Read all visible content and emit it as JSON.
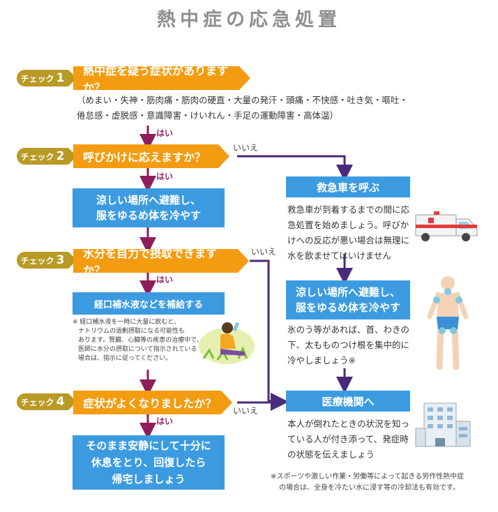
{
  "title": "熱中症の応急処置",
  "checks": [
    {
      "tag": "チェック",
      "num": "1",
      "question": "熱中症を疑う症状がありますか？"
    },
    {
      "tag": "チェック",
      "num": "2",
      "question": "呼びかけに応えますか？"
    },
    {
      "tag": "チェック",
      "num": "3",
      "question": "水分を自力で摂取できますか？"
    },
    {
      "tag": "チェック",
      "num": "4",
      "question": "症状がよくなりましたか？"
    }
  ],
  "symptoms": [
    "（めまい・失神・筋肉痛・筋肉の硬直・大量の発汗・頭痛・不快感・吐き気・嘔吐・",
    "倦怠感・虚脱感・意識障害・けいれん・手足の運動障害・高体温）"
  ],
  "labels": {
    "yes": "はい",
    "no": "いいえ"
  },
  "actions": {
    "cool_left": [
      "涼しい場所へ避難し、",
      "服をゆるめ体を冷やす"
    ],
    "ors": "経口補水液などを補給する",
    "ors_note": [
      "※ 経口補水液を一時に大量に飲むと、",
      "ナトリウムの過剰摂取になる可能性も",
      "あります。腎臓、心臓等の疾患の治療中で、",
      "医師に水分の摂取について指示されている",
      "場合は、指示に従ってください。"
    ],
    "rest": [
      "そのまま安静にして十分に",
      "休息をとり、回復したら",
      "帰宅しましょう"
    ],
    "ambulance": "救急車を呼ぶ",
    "ambulance_text": [
      "救急車が到着するまでの間に応",
      "急処置を始めましょう。呼びか",
      "けへの反応が悪い場合は無理に",
      "水を飲ませてはいけません"
    ],
    "cool_right": [
      "涼しい場所へ避難し、",
      "服をゆるめ体を冷やす"
    ],
    "cool_right_text": [
      "氷のう等があれば、首、わきの",
      "下、太もものつけ根を集中的に",
      "冷やしましょう※"
    ],
    "hospital": "医療機関へ",
    "hospital_text": [
      "本人が倒れたときの状況を知っ",
      "ている人が付き添って、発症時",
      "の状態を伝えましょう"
    ]
  },
  "footnote": [
    "※スポーツや激しい作業・労働等によって起きる労作性熱中症",
    "の場合は、全身を冷たい水に浸す等の冷却法も有効です。"
  ],
  "colors": {
    "orange": "#f39c12",
    "blue": "#3c9be0",
    "tag": "#b89a25",
    "arrow_yes": "#8e1e5c",
    "arrow_no": "#4a2a7a"
  }
}
